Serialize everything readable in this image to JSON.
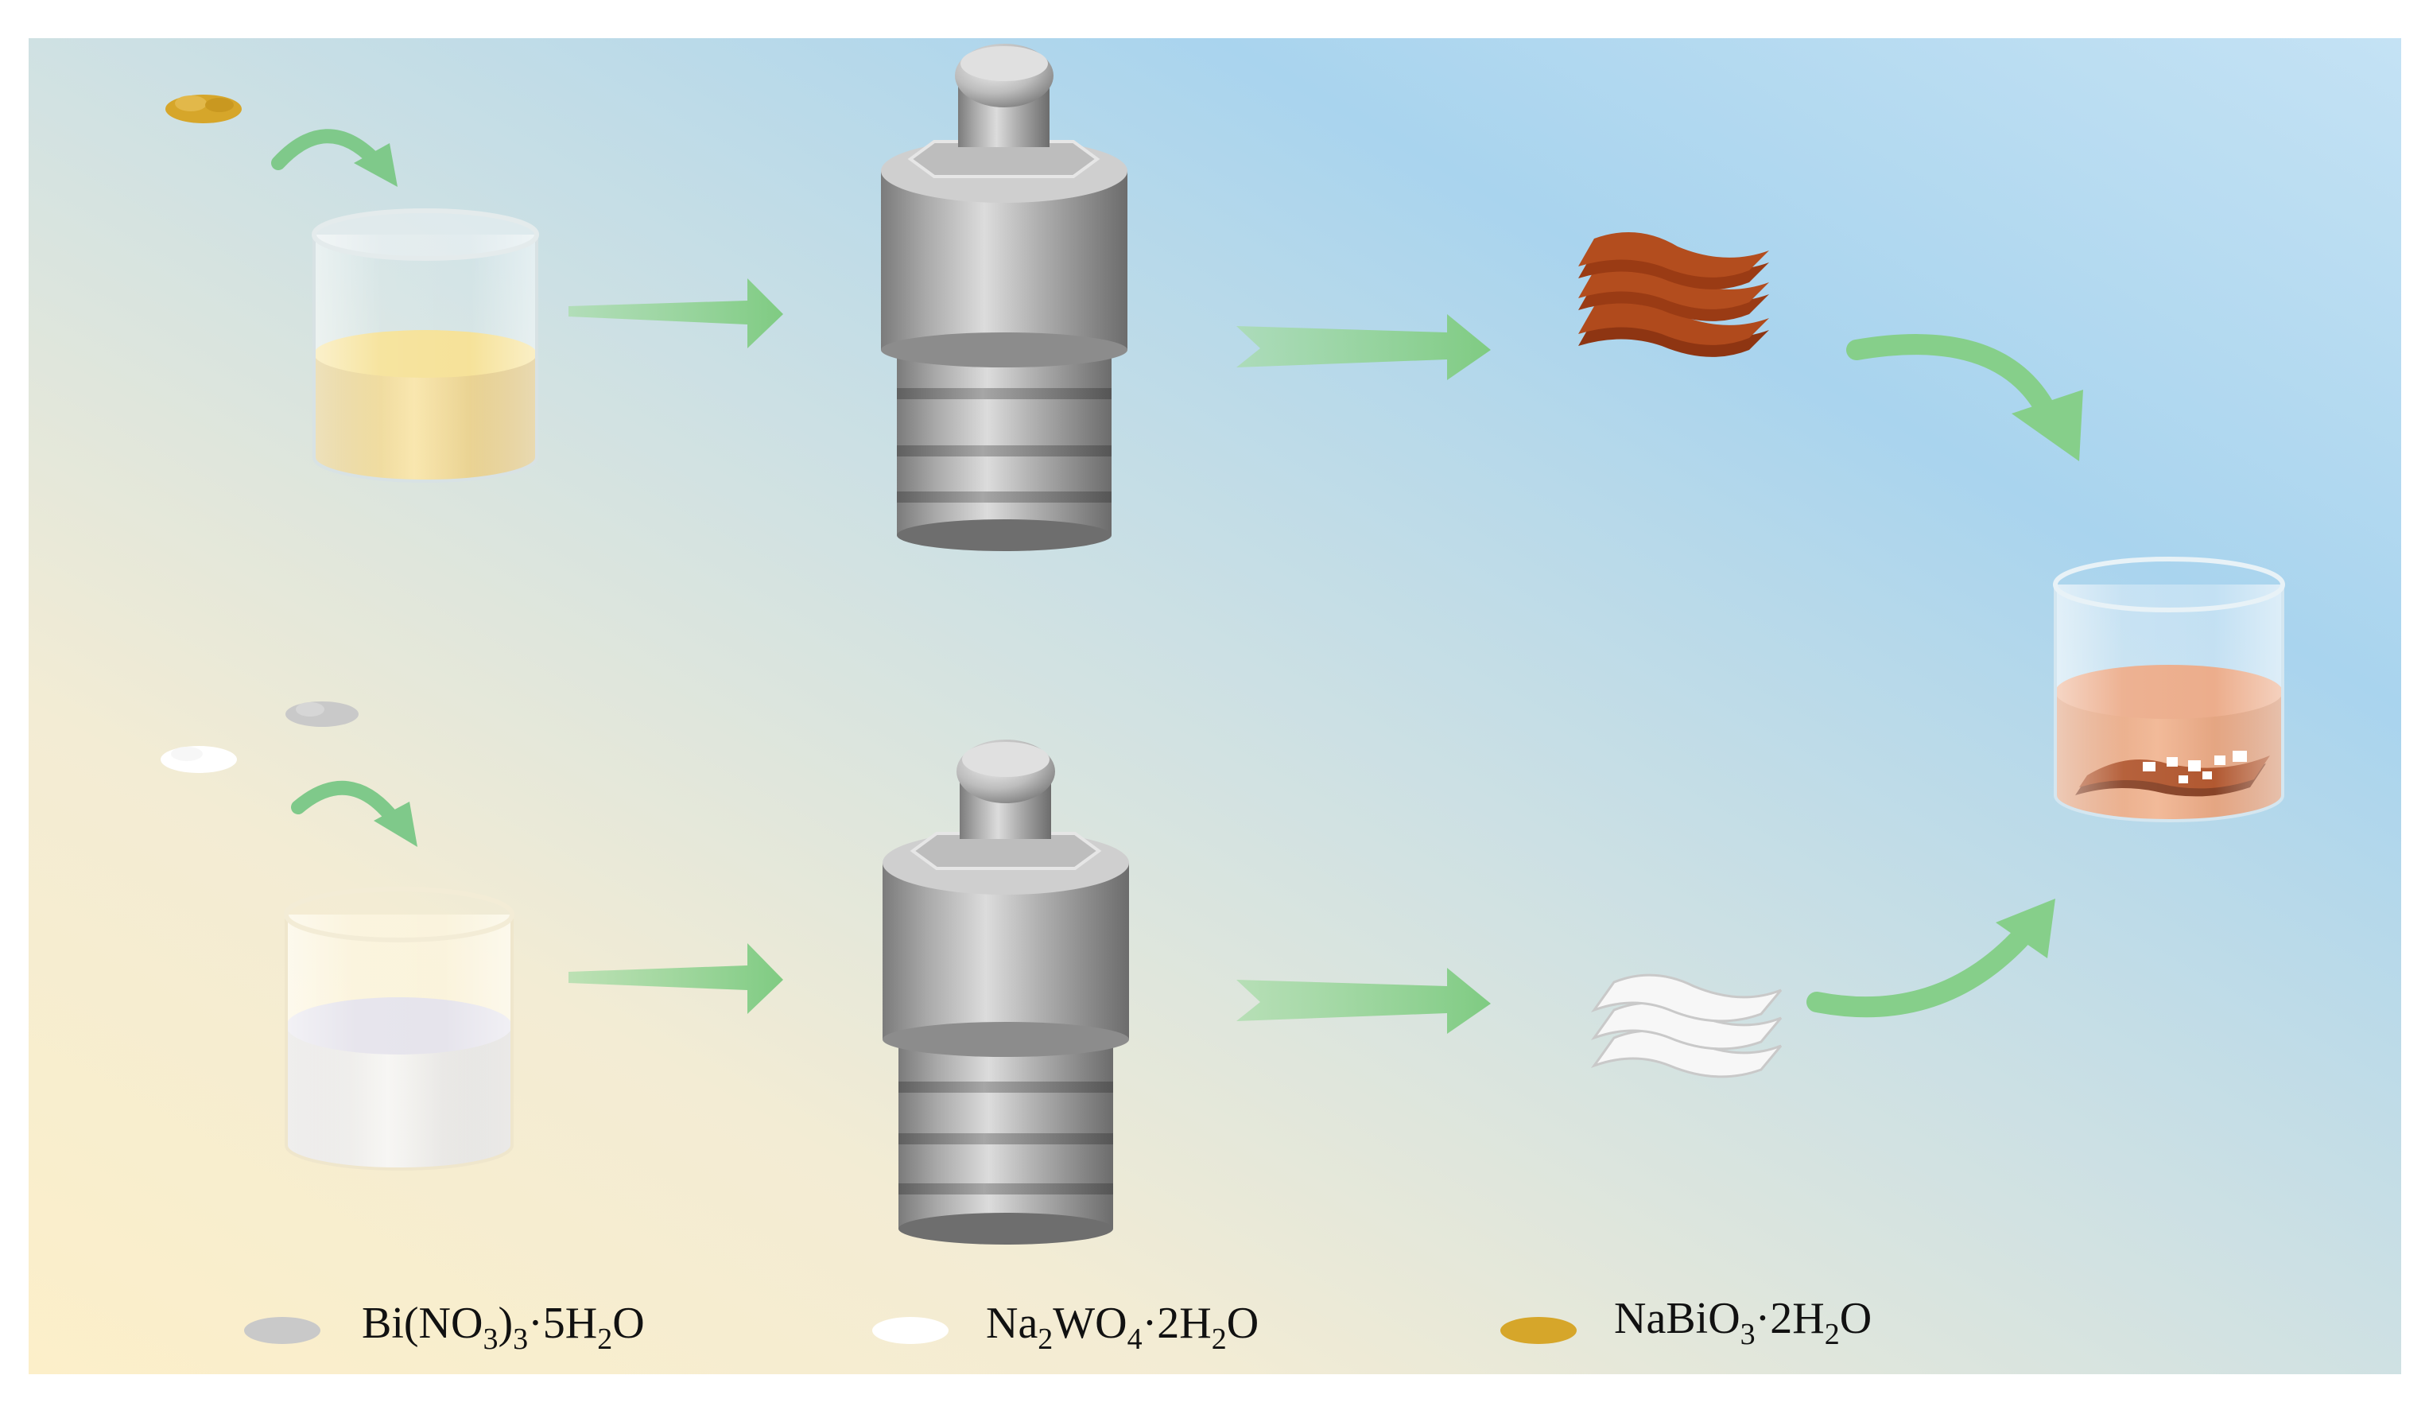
{
  "colors": {
    "arrow": "#8fd38f",
    "arrow_curve": "#7fc98a",
    "bi_nitrate_powder": "#c9c9c9",
    "tungstate_powder": "#ffffff",
    "bismuthate_powder": "#d6a62a",
    "yellow_solution": "#f2d98c",
    "white_solution": "#e6e4ec",
    "orange_solution": "#e8a27a",
    "brown_sheet": "#a9461a",
    "white_sheet": "#f4f4f4"
  },
  "legend": [
    {
      "icon": "bi-nitrate-powder-icon",
      "color": "#c9c9c9",
      "formula": [
        [
          "Bi(NO",
          "n"
        ],
        [
          "3",
          "sub"
        ],
        [
          ")",
          "n"
        ],
        [
          "3",
          "sub"
        ],
        [
          "·5H",
          "n"
        ],
        [
          "2",
          "sub"
        ],
        [
          "O",
          "n"
        ]
      ]
    },
    {
      "icon": "tungstate-powder-icon",
      "color": "#ffffff",
      "formula": [
        [
          "Na",
          "n"
        ],
        [
          "2",
          "sub"
        ],
        [
          "WO",
          "n"
        ],
        [
          "4",
          "sub"
        ],
        [
          "·2H",
          "n"
        ],
        [
          "2",
          "sub"
        ],
        [
          "O",
          "n"
        ]
      ]
    },
    {
      "icon": "bismuthate-powder-icon",
      "color": "#d6a62a",
      "formula": [
        [
          "NaBiO",
          "n"
        ],
        [
          "3",
          "sub"
        ],
        [
          "·2H",
          "n"
        ],
        [
          "2",
          "sub"
        ],
        [
          "O",
          "n"
        ]
      ]
    }
  ]
}
